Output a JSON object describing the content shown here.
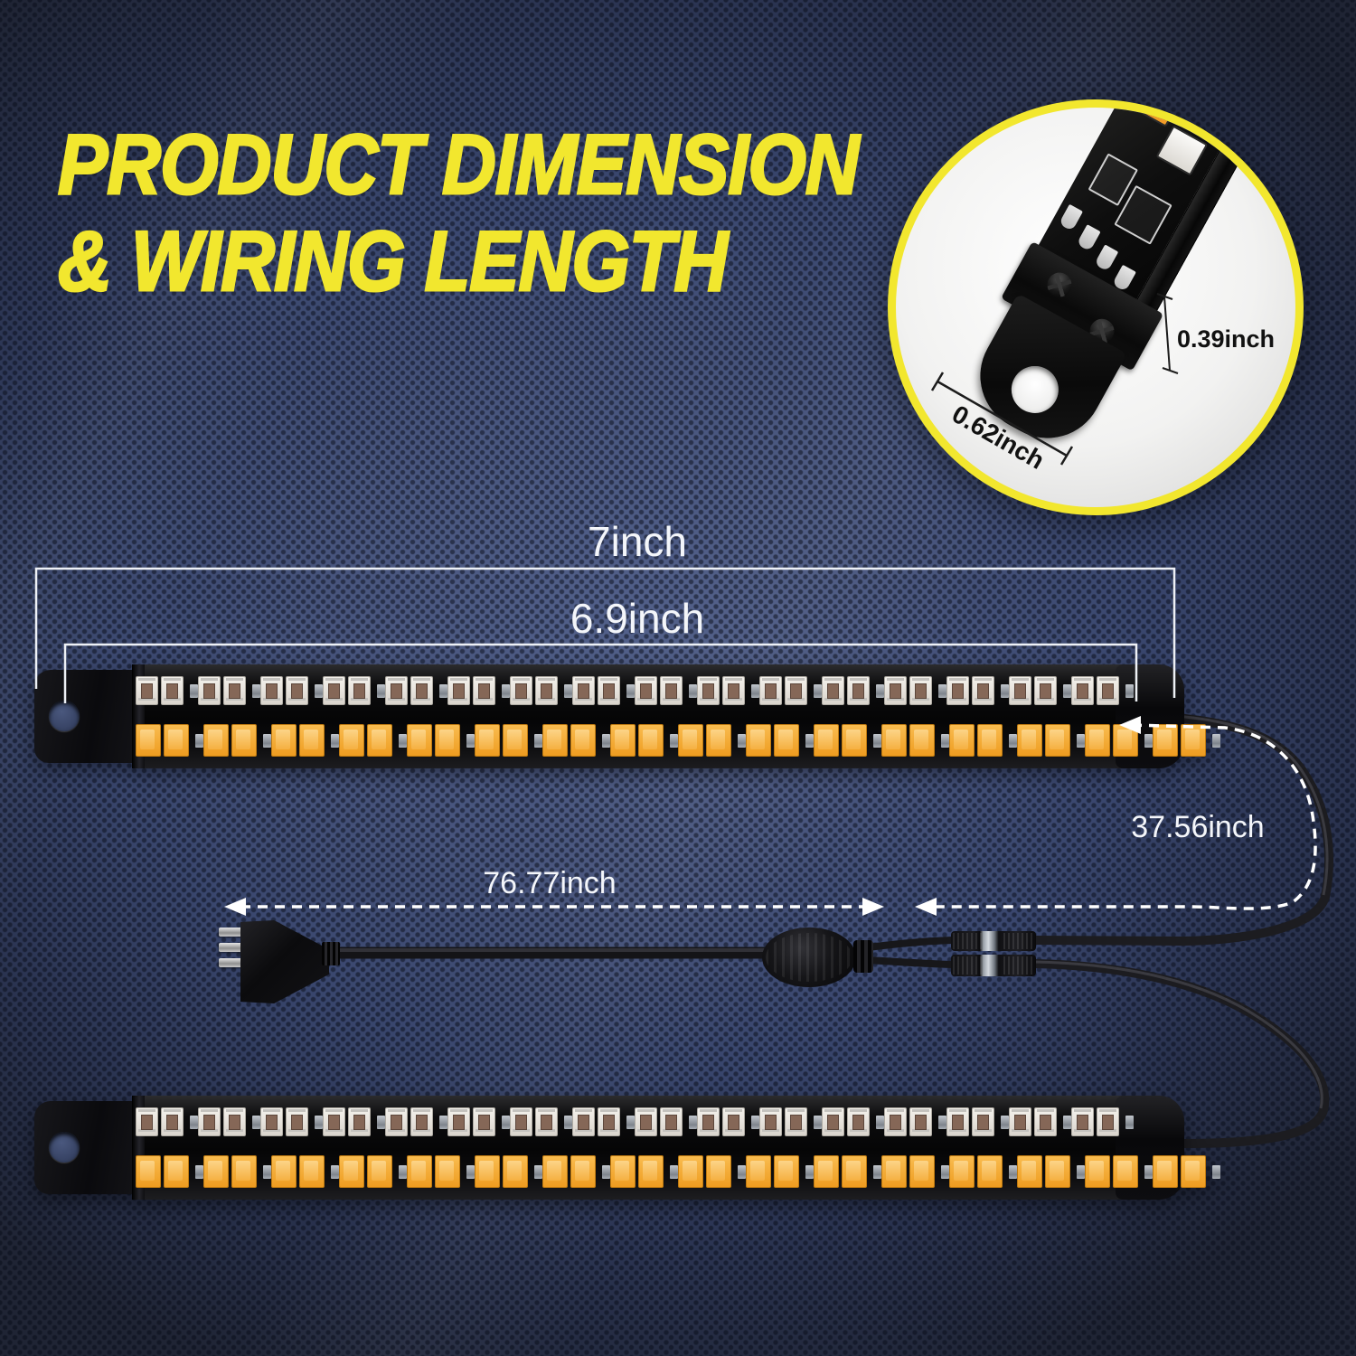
{
  "title": {
    "line1": "PRODUCT DIMENSION",
    "line2": "& WIRING LENGTH"
  },
  "dimension_labels": {
    "overall_length": "7inch",
    "led_section_length": "6.9inch",
    "harness_length": "76.77inch",
    "bar_wire_length": "37.56inch"
  },
  "inset": {
    "bar_height_label": "0.39inch",
    "bracket_width_label": "0.62inch"
  },
  "bars": {
    "count": 2,
    "led_pairs_per_row": 16,
    "rows_per_bar": [
      "white",
      "amber"
    ]
  },
  "colors": {
    "accent_yellow": "#f2e72e",
    "background_center": "#52608a",
    "background_edge": "#1f2434",
    "dimension_line": "#ffffff",
    "amber_led": "#f2a43a",
    "white_led": "#ece8e1"
  }
}
